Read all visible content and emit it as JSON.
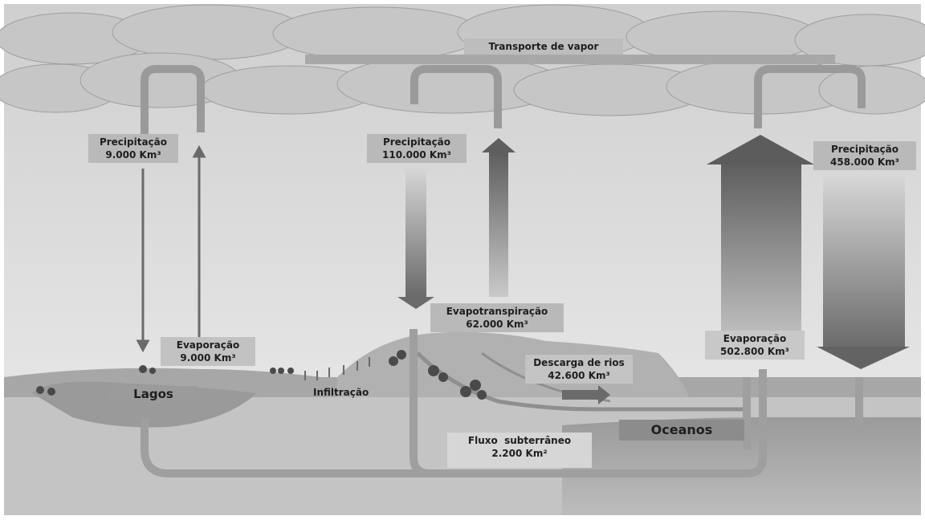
{
  "vapor_transport": "Transporte de vapor",
  "precip_lakes": {
    "label": "Precipitação",
    "value": "9.000 Km³"
  },
  "precip_land": {
    "label": "Precipitação",
    "value": "110.000 Km³"
  },
  "precip_ocean": {
    "label": "Precipitação",
    "value": "458.000 Km³"
  },
  "evap_lakes": {
    "label": "Evaporação",
    "value": "9.000 Km³"
  },
  "evapotranspiration": {
    "label": "Evapotranspiração",
    "value": "62.000 Km³"
  },
  "evap_ocean": {
    "label": "Evaporação",
    "value": "502.800 Km³"
  },
  "river_discharge": {
    "label": "Descarga de rios",
    "value": "42.600 Km³"
  },
  "groundwater_flow": {
    "label": "Fluxo  subterrâneo",
    "value": "2.200 Km²"
  },
  "lakes": "Lagos",
  "oceans": "Oceanos",
  "infiltration": "Infiltração"
}
